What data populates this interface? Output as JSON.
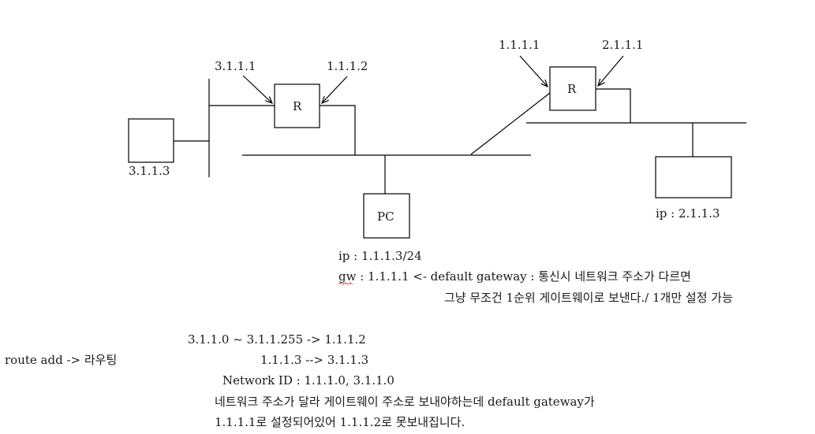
{
  "diagram": {
    "left_network": {
      "host_left_ip": "3.1.1.3",
      "router_label": "R",
      "router_left_if": "3.1.1.1",
      "router_right_if": "1.1.1.2"
    },
    "right_network": {
      "router_label": "R",
      "router_left_if": "1.1.1.1",
      "router_right_if": "2.1.1.1",
      "host_ip_text": "ip : 2.1.1.3"
    },
    "pc": {
      "label": "PC",
      "ip_text": "ip : 1.1.1.3/24",
      "gw_text": "gw : 1.1.1.1 <- default gateway : 통신시 네트워크 주소가 다르면",
      "gw_note": "그냥 무조건 1순위 게이트웨이로 보낸다./ 1개만 설정 가능"
    },
    "routing": {
      "route_add": "route add -> 라우팅",
      "line1": "3.1.1.0 ~ 3.1.1.255 -> 1.1.1.2",
      "line2": "1.1.1.3 --> 3.1.1.3",
      "network_id": "Network ID : 1.1.1.0, 3.1.1.0",
      "explain1": "네트워크 주소가 달라 게이트웨이 주소로 보내야하는데 default gateway가",
      "explain2": "1.1.1.1로 설정되어있어 1.1.1.2로 못보내집니다."
    }
  }
}
